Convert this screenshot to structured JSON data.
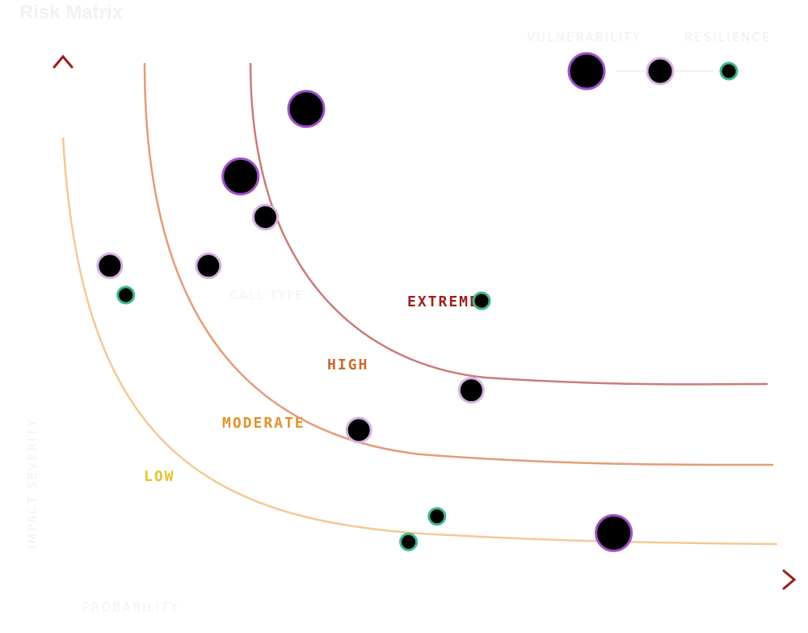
{
  "chart_data": {
    "type": "scatter",
    "title": "Risk Matrix",
    "xlabel": "PROBABILITY",
    "ylabel": "IMPACT SEVERITY",
    "annotation": "CALL TYPE",
    "legend": {
      "placement": "top-right",
      "left_label": "VULNERABILITY",
      "right_label": "RESILIENCE"
    },
    "grid": false,
    "zones": [
      {
        "label": "LOW",
        "color": "#e8c230"
      },
      {
        "label": "MODERATE",
        "color": "#e0922c"
      },
      {
        "label": "HIGH",
        "color": "#cc6a2c"
      },
      {
        "label": "EXTREME",
        "color": "#9e2020"
      }
    ],
    "curve_colors": [
      "#f3c995",
      "#e59b79",
      "#cc7a7a"
    ],
    "point_colors": {
      "vulnerability": "#a150c8",
      "mid": "#d7b2e2",
      "resilience": "#3fb88d"
    },
    "xlim": [
      0,
      100
    ],
    "ylim": [
      0,
      100
    ],
    "points": [
      {
        "x": 33.3,
        "y": 90.0,
        "size": 3,
        "kind": "vulnerability"
      },
      {
        "x": 24.3,
        "y": 77.1,
        "size": 3,
        "kind": "vulnerability"
      },
      {
        "x": 27.7,
        "y": 69.3,
        "size": 2,
        "kind": "mid"
      },
      {
        "x": 6.4,
        "y": 60.0,
        "size": 2,
        "kind": "mid"
      },
      {
        "x": 19.9,
        "y": 60.0,
        "size": 2,
        "kind": "mid"
      },
      {
        "x": 8.6,
        "y": 54.4,
        "size": 1,
        "kind": "resilience"
      },
      {
        "x": 57.3,
        "y": 53.3,
        "size": 1,
        "kind": "resilience"
      },
      {
        "x": 55.9,
        "y": 36.2,
        "size": 2,
        "kind": "mid"
      },
      {
        "x": 40.5,
        "y": 28.6,
        "size": 2,
        "kind": "mid"
      },
      {
        "x": 51.2,
        "y": 12.1,
        "size": 1,
        "kind": "resilience"
      },
      {
        "x": 47.3,
        "y": 7.2,
        "size": 1,
        "kind": "resilience"
      },
      {
        "x": 75.4,
        "y": 8.9,
        "size": 3,
        "kind": "vulnerability"
      }
    ]
  }
}
